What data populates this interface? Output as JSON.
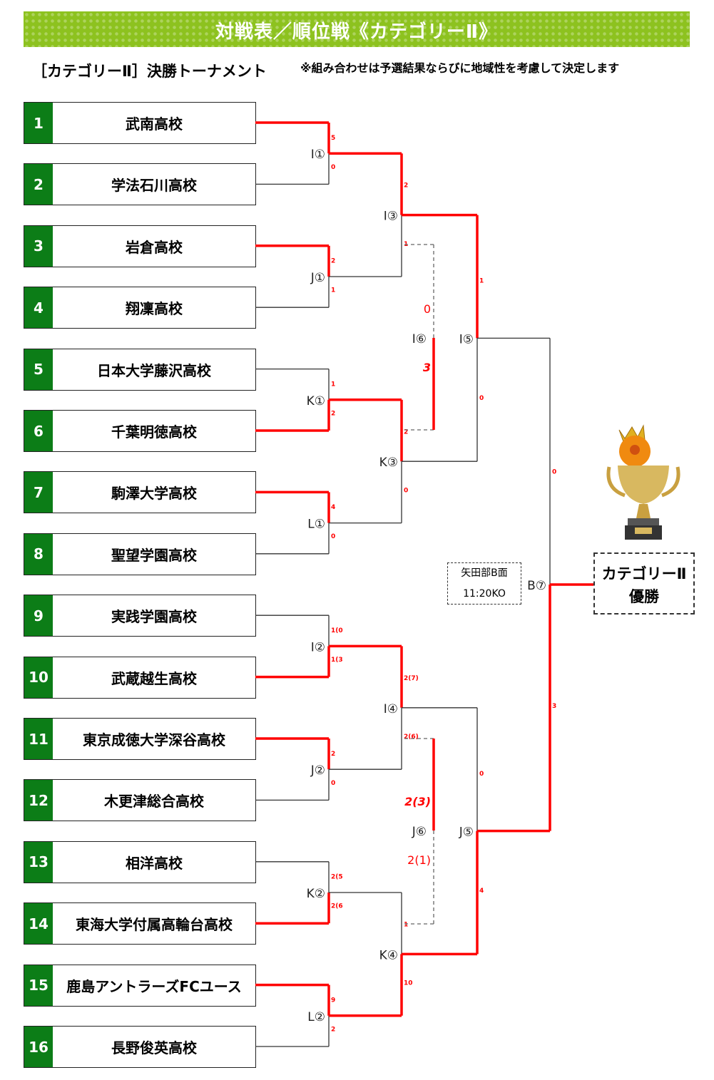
{
  "header": {
    "title": "対戦表／順位戦《カテゴリーⅡ》",
    "subtitle": "［カテゴリーⅡ］決勝トーナメント",
    "note": "※組み合わせは予選結果ならびに地域性を考慮して決定します"
  },
  "teams": [
    {
      "no": "1",
      "name": "武南高校"
    },
    {
      "no": "2",
      "name": "学法石川高校"
    },
    {
      "no": "3",
      "name": "岩倉高校"
    },
    {
      "no": "4",
      "name": "翔凜高校"
    },
    {
      "no": "5",
      "name": "日本大学藤沢高校"
    },
    {
      "no": "6",
      "name": "千葉明徳高校"
    },
    {
      "no": "7",
      "name": "駒澤大学高校"
    },
    {
      "no": "8",
      "name": "聖望学園高校"
    },
    {
      "no": "9",
      "name": "実践学園高校"
    },
    {
      "no": "10",
      "name": "武蔵越生高校"
    },
    {
      "no": "11",
      "name": "東京成徳大学深谷高校"
    },
    {
      "no": "12",
      "name": "木更津総合高校"
    },
    {
      "no": "13",
      "name": "相洋高校"
    },
    {
      "no": "14",
      "name": "東海大学付属高輪台高校"
    },
    {
      "no": "15",
      "name": "鹿島アントラーズFCユース"
    },
    {
      "no": "16",
      "name": "長野俊英高校"
    }
  ],
  "matches": [
    {
      "round": 1,
      "index": 0,
      "label": "I①",
      "top": "5",
      "bottom": "0",
      "winner": "top"
    },
    {
      "round": 1,
      "index": 1,
      "label": "J①",
      "top": "2",
      "bottom": "1",
      "winner": "top"
    },
    {
      "round": 1,
      "index": 2,
      "label": "K①",
      "top": "1",
      "bottom": "2",
      "winner": "bottom"
    },
    {
      "round": 1,
      "index": 3,
      "label": "L①",
      "top": "4",
      "bottom": "0",
      "winner": "top"
    },
    {
      "round": 1,
      "index": 4,
      "label": "I②",
      "top": "1(0",
      "bottom": "1(3",
      "winner": "bottom"
    },
    {
      "round": 1,
      "index": 5,
      "label": "J②",
      "top": "2",
      "bottom": "0",
      "winner": "top"
    },
    {
      "round": 1,
      "index": 6,
      "label": "K②",
      "top": "2(5",
      "bottom": "2(6",
      "winner": "bottom"
    },
    {
      "round": 1,
      "index": 7,
      "label": "L②",
      "top": "9",
      "bottom": "2",
      "winner": "top"
    },
    {
      "round": 2,
      "index": 0,
      "label": "I③",
      "top": "2",
      "bottom": "1",
      "winner": "top"
    },
    {
      "round": 2,
      "index": 1,
      "label": "K③",
      "top": "2",
      "bottom": "0",
      "winner": "top"
    },
    {
      "round": 2,
      "index": 2,
      "label": "I④",
      "top": "2(7)",
      "bottom": "2(6)",
      "winner": "top"
    },
    {
      "round": 2,
      "index": 3,
      "label": "K④",
      "top": "1",
      "bottom": "10",
      "winner": "bottom"
    },
    {
      "round": 3,
      "index": 0,
      "label": "I⑤",
      "top": "1",
      "bottom": "0",
      "winner": "top"
    },
    {
      "round": 3,
      "index": 1,
      "label": "J⑤",
      "top": "0",
      "bottom": "4",
      "winner": "bottom"
    },
    {
      "round": 4,
      "index": 0,
      "label": "B⑦",
      "top": "0",
      "bottom": "3",
      "winner": "bottom"
    }
  ],
  "placement": [
    {
      "index": 0,
      "label": "I⑥",
      "top": "0",
      "bottom": "3",
      "winner": "bottom"
    },
    {
      "index": 1,
      "label": "J⑥",
      "top": "2(3)",
      "bottom": "2(1)",
      "winner": "top"
    }
  ],
  "final": {
    "venue": "矢田部B面",
    "kickoff": "11:20KO",
    "champion_line1": "カテゴリーⅡ",
    "champion_line2": "優勝"
  },
  "colors": {
    "win": "#ff0000",
    "banner": "#8dc21f",
    "number": "#0c7d17"
  }
}
